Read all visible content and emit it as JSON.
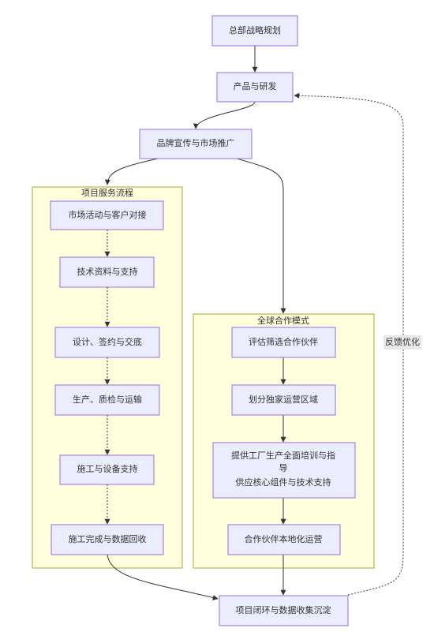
{
  "nodes": {
    "strategy": "总部战略规划",
    "product_rd": "产品与研发",
    "brand_marketing": "品牌宣传与市场推广",
    "market_activity": "市场活动与客户对接",
    "tech_support": "技术资料与支持",
    "design_sign": "设计、签约与交底",
    "production": "生产、质检与运输",
    "construction": "施工与设备支持",
    "completion": "施工完成与数据回收",
    "evaluate_partner": "评估筛选合作伙伴",
    "exclusive_region": "划分独家运营区域",
    "training_line1": "提供工厂生产全面培训与指",
    "training_line2": "导",
    "training_line3": "供应核心组件与技术支持",
    "local_operation": "合作伙伴本地化运营",
    "closed_loop": "项目闭环与数据收集沉淀"
  },
  "clusters": {
    "project_service": "项目服务流程",
    "global_cooperation": "全球合作模式"
  },
  "edge_labels": {
    "feedback": "反馈优化"
  }
}
